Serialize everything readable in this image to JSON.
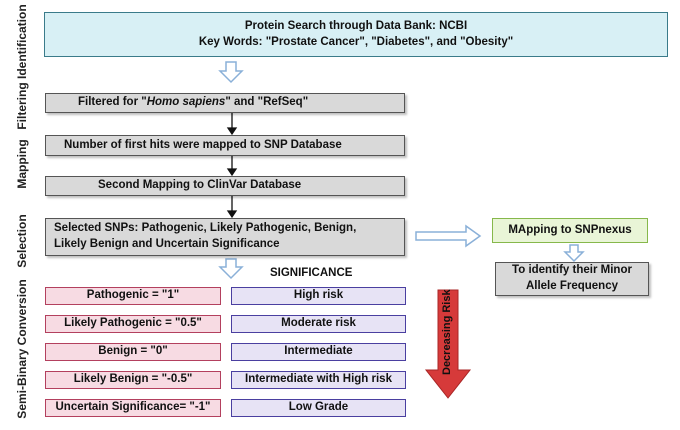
{
  "section_labels": {
    "filtering": "Filtering Identification",
    "mapping": "Mapping",
    "selection": "Selection",
    "conversion": "Semi-Binary Conversion"
  },
  "steps": {
    "search_line1": "Protein Search through Data Bank: NCBI",
    "search_line2": "Key Words: \"Prostate Cancer\", \"Diabetes\", and \"Obesity\"",
    "filtered_prefix": "Filtered for \"",
    "filtered_species": "Homo sapiens",
    "filtered_suffix": "\" and \"RefSeq\"",
    "first_mapping": "Number of first hits were mapped to SNP Database",
    "second_mapping": "Second Mapping to ClinVar Database",
    "selected_line1": "Selected SNPs: Pathogenic, Likely Pathogenic, Benign,",
    "selected_line2": "Likely Benign and Uncertain Significance",
    "snpnexus": "MApping to SNPnexus",
    "minor_line1": "To identify their Minor",
    "minor_line2": "Allele Frequency"
  },
  "significance_header": "SIGNIFICANCE",
  "conversion_rows": [
    {
      "class": "Pathogenic = \"1\"",
      "risk": "High risk"
    },
    {
      "class": "Likely Pathogenic = \"0.5\"",
      "risk": "Moderate risk"
    },
    {
      "class": "Benign = \"0\"",
      "risk": "Intermediate"
    },
    {
      "class": "Likely Benign = \"-0.5\"",
      "risk": "Intermediate with High risk"
    },
    {
      "class": "Uncertain Significance= \"-1\"",
      "risk": "Low Grade"
    }
  ],
  "decreasing_risk": "Decreasing Risk",
  "colors": {
    "grey_box": "#d9d9d9",
    "pink_box": "#f7dbe3",
    "purple_box": "#e7e3f5",
    "cyan_box": "#d8f0f5",
    "green_box": "#e9f5d7",
    "risk_arrow": "#d63a3a",
    "hollow_arrow": "#8ab0d8"
  }
}
